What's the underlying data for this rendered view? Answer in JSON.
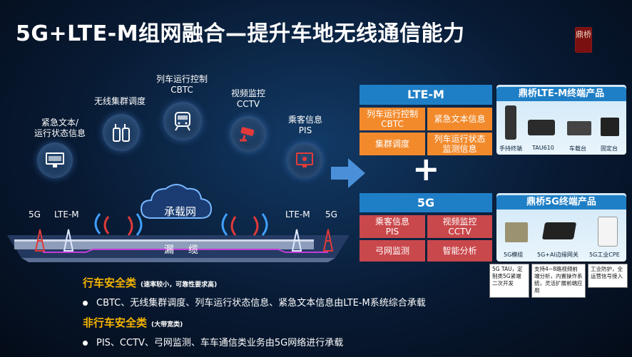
{
  "title": "5G+LTE-M组网融合—提升车地无线通信能力",
  "logo_text": "鼎桥",
  "services": [
    {
      "label": "紧急文本/\n运行状态信息",
      "icon": "monitor-icon"
    },
    {
      "label": "无线集群调度",
      "icon": "walkie-talkie-icon"
    },
    {
      "label": "列车运行控制\nCBTC",
      "icon": "train-icon"
    },
    {
      "label": "视频监控\nCCTV",
      "icon": "camera-icon"
    },
    {
      "label": "乘客信息\nPIS",
      "icon": "info-screen-icon"
    }
  ],
  "network": {
    "left_5g": "5G",
    "left_ltem": "LTE-M",
    "right_ltem": "LTE-M",
    "right_5g": "5G",
    "cloud": "承载网",
    "cable_left": "漏",
    "cable_right": "缆"
  },
  "ltem_panel": {
    "header": "LTE-M",
    "cells": [
      "列车运行控制\nCBTC",
      "紧急文本信息",
      "集群调度",
      "列车运行状态\n监测信息"
    ]
  },
  "plus_sign": "+",
  "fiveg_panel": {
    "header": "5G",
    "cells": [
      "乘客信息\nPIS",
      "视频监控\nCCTV",
      "弓网监测",
      "智能分析"
    ]
  },
  "ltem_products": {
    "header": "鼎桥LTE-M终端产品",
    "items": [
      "手持终端",
      "TAU610",
      "车载台",
      "固定台"
    ]
  },
  "fiveg_products": {
    "header": "鼎桥5G终端产品",
    "items": [
      "5G模组",
      "5G+AI边缘网关",
      "5G工业CPE"
    ]
  },
  "notes": [
    "5G TAU，定制类5G紧端二次开发",
    "支持4~8路视频前端分析，内置操作系统，灵活扩展前端应用",
    "工业防护，全运营信号接入"
  ],
  "sections": [
    {
      "title": "行车安全类",
      "sub": "(速率较小，可靠性要求高)",
      "bullet": "CBTC、无线集群调度、列车运行状态信息、紧急文本信息由LTE-M系统综合承载"
    },
    {
      "title": "非行车安全类",
      "sub": "(大带宽类)",
      "bullet": "PIS、CCTV、弓网监测、车车通信类业务由5G网络进行承载"
    }
  ],
  "colors": {
    "ltem_blue": "#1f7fc6",
    "orange": "#f28a2c",
    "red": "#c9484b",
    "gold": "#f5b400"
  }
}
